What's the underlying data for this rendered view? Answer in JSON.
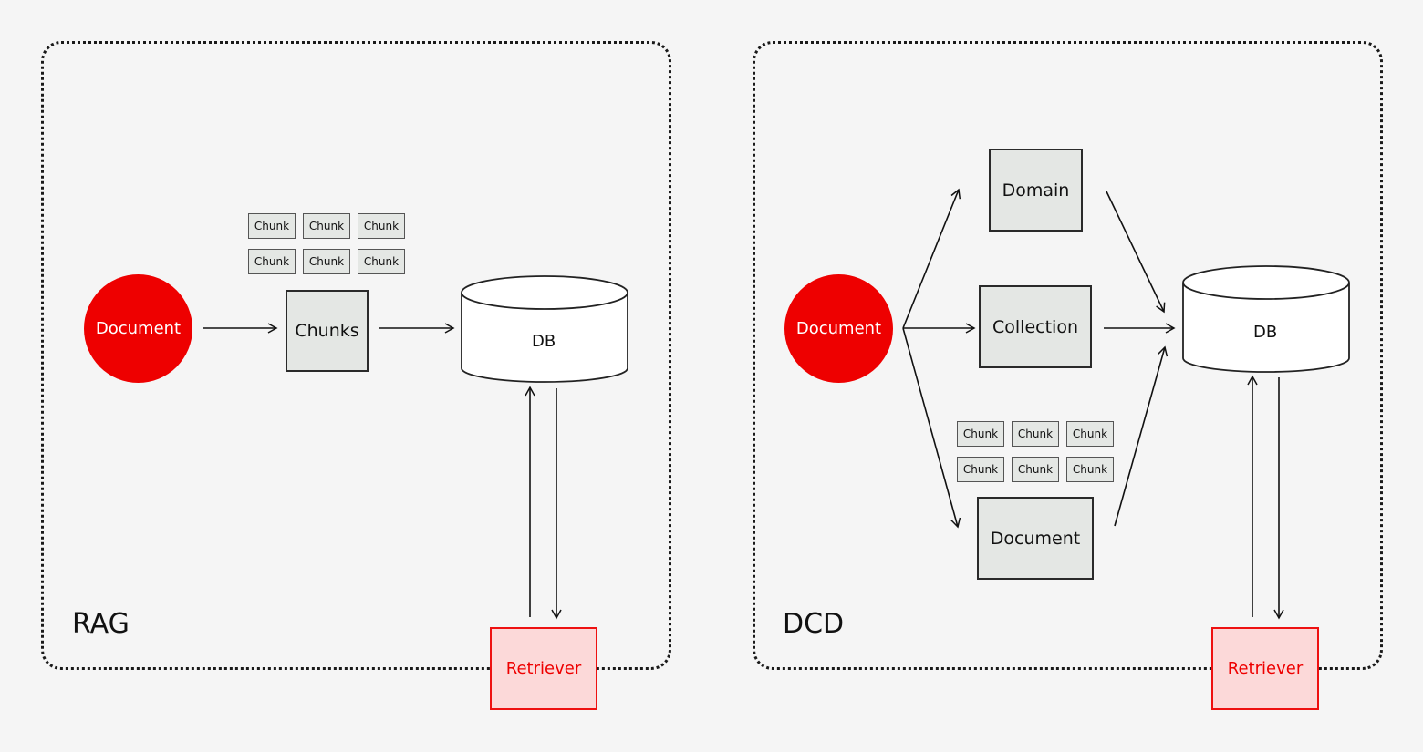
{
  "rag": {
    "title": "RAG",
    "document": "Document",
    "chunks_box": "Chunks",
    "chunk_labels": [
      "Chunk",
      "Chunk",
      "Chunk",
      "Chunk",
      "Chunk",
      "Chunk"
    ],
    "db": "DB",
    "retriever": "Retriever"
  },
  "dcd": {
    "title": "DCD",
    "document_circle": "Document",
    "domain": "Domain",
    "collection": "Collection",
    "document_box": "Document",
    "chunk_labels": [
      "Chunk",
      "Chunk",
      "Chunk",
      "Chunk",
      "Chunk",
      "Chunk"
    ],
    "db": "DB",
    "retriever": "Retriever"
  },
  "colors": {
    "background": "#f5f5f5",
    "accent_red": "#ee0000",
    "retriever_fill": "#fcd9d9",
    "box_fill": "#e4e7e4"
  }
}
